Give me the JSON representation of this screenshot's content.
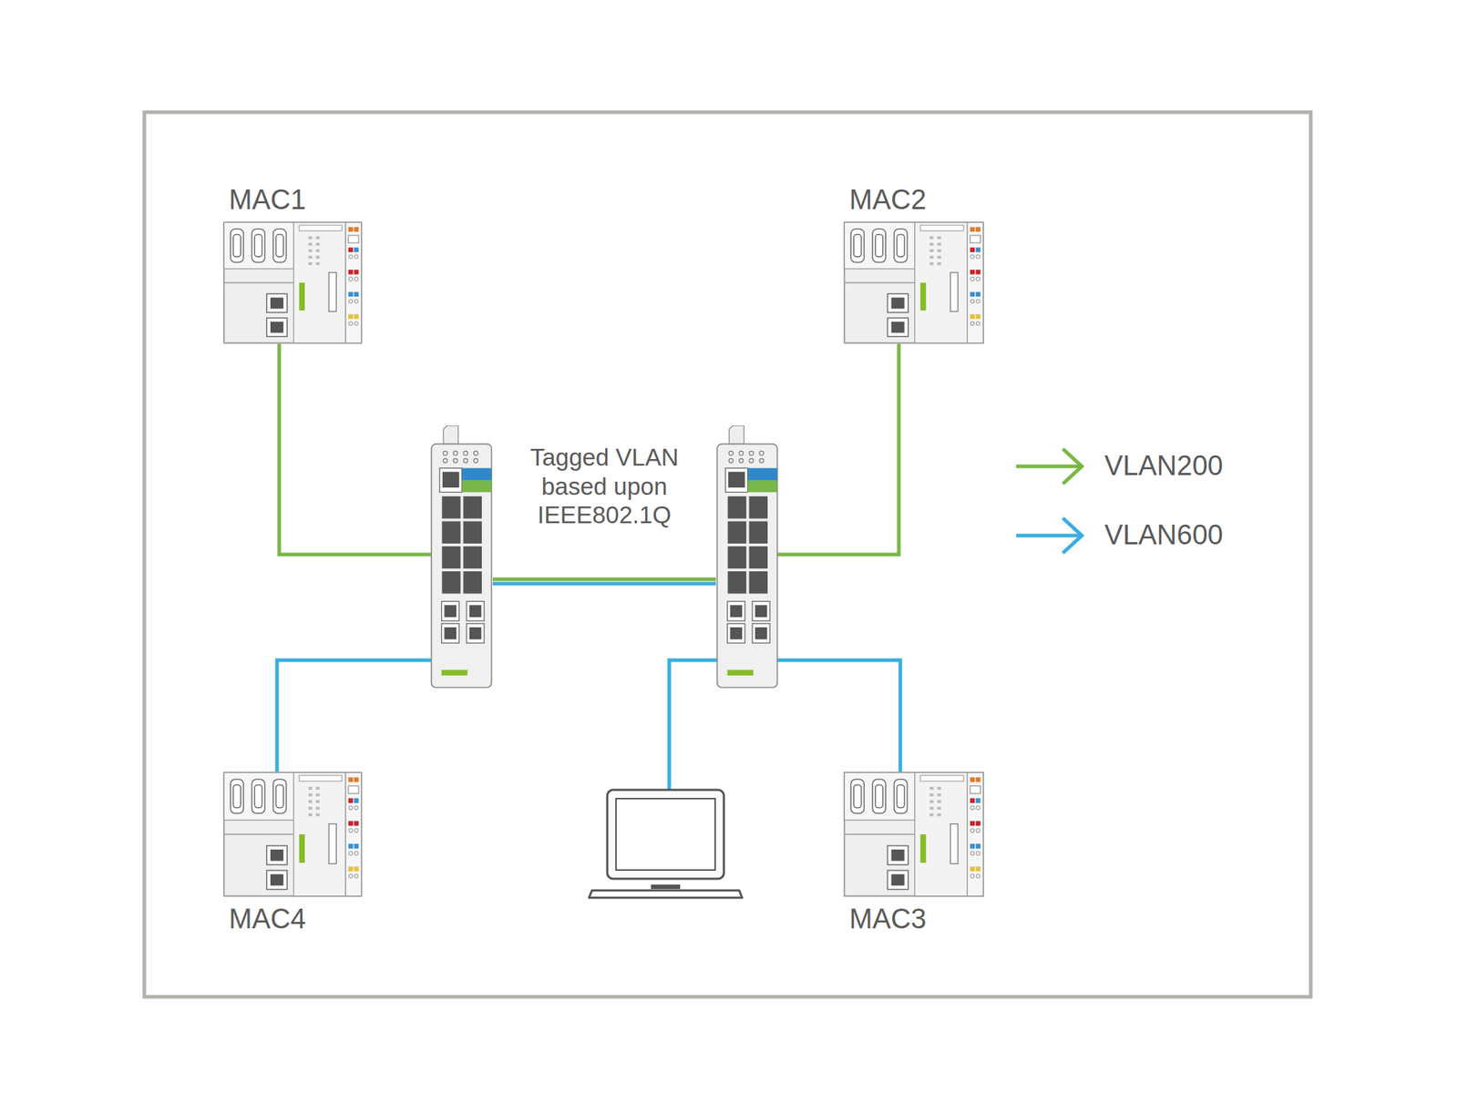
{
  "diagram": {
    "nodes": [
      {
        "text": [
          "MAC1"
        ]
      },
      {
        "text": [
          "MAC2"
        ]
      },
      {
        "text": [
          "MAC4"
        ]
      },
      {
        "text": [
          "MAC3"
        ]
      }
    ],
    "labels": [
      "Tagged VLAN based upon IEEE802.1Q"
    ],
    "legend": [
      {
        "text": "VLAN200"
      },
      {
        "text": "VLAN600"
      }
    ]
  }
}
